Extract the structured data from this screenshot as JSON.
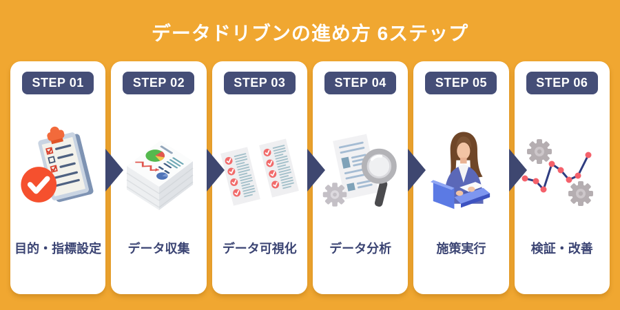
{
  "title": "データドリブンの進め方 6ステップ",
  "colors": {
    "background": "#F0A731",
    "card": "#FFFFFF",
    "badge_navy": "#454E77",
    "arrow_navy": "#3E4770",
    "label_navy": "#3B4473",
    "accent_red_check": "#F5502E",
    "accent_orange_clip": "#F26A3B",
    "accent_salmon": "#F16B6B",
    "chart_line_navy": "#2E3C80",
    "laptop_blue": "#5B7AE4"
  },
  "steps": [
    {
      "badge": "STEP 01",
      "label": "目的・指標設定",
      "icon": "clipboard-check-icon"
    },
    {
      "badge": "STEP 02",
      "label": "データ収集",
      "icon": "paper-stack-icon"
    },
    {
      "badge": "STEP 03",
      "label": "データ可視化",
      "icon": "checklist-documents-icon"
    },
    {
      "badge": "STEP 04",
      "label": "データ分析",
      "icon": "magnifier-analysis-icon"
    },
    {
      "badge": "STEP 05",
      "label": "施策実行",
      "icon": "person-laptop-icon"
    },
    {
      "badge": "STEP 06",
      "label": "検証・改善",
      "icon": "gears-chart-icon"
    }
  ]
}
